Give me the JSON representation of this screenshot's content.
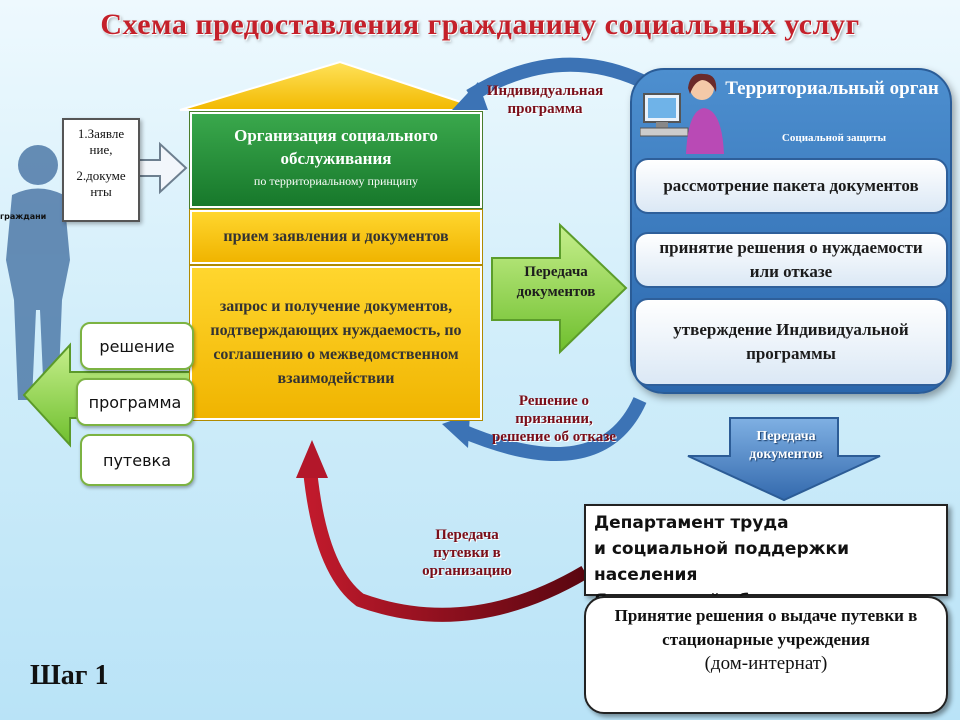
{
  "title": "Схема предоставления гражданину социальных услуг",
  "citizen_label": "граждани",
  "application": {
    "item1": "1.Заявле ние,",
    "item2": "2.докуме нты"
  },
  "organization": {
    "title": "Организация социального обслуживания",
    "subtitle": "по территориальному принципу",
    "step1": "прием заявления и документов",
    "step2": "запрос и получение документов, подтверждающих нуждаемость, по соглашению о межведомственном взаимодействии"
  },
  "outputs": [
    "решение",
    "программа",
    "путевка"
  ],
  "arrows": {
    "individual_program": "Индивидуальная программа",
    "transfer_docs": "Передача документов",
    "decision": "Решение о признании, решение об отказе",
    "transfer_docs_down": "Передача документов",
    "transfer_voucher": "Передача путевки в организацию"
  },
  "territory": {
    "title": "Территориальный орган",
    "subtitle": "Социальной защиты",
    "steps": [
      "рассмотрение пакета документов",
      "принятие решения о нуждаемости или отказе",
      "утверждение Индивидуальной программы"
    ]
  },
  "department": {
    "name_line1": "Департамент труда",
    "name_line2": "и социальной поддержки населения",
    "name_line3": "Ярославской области",
    "decision_text": "Принятие решения о выдаче путевки в стационарные учреждения",
    "decision_note": "(дом-интернат)"
  },
  "step_label": "Шаг 1",
  "colors": {
    "title_red": "#c4202a",
    "green": "#2a9a3d",
    "yellow": "#ffcc00",
    "blue": "#3b7dc2",
    "dark_red": "#8b0f1c"
  }
}
